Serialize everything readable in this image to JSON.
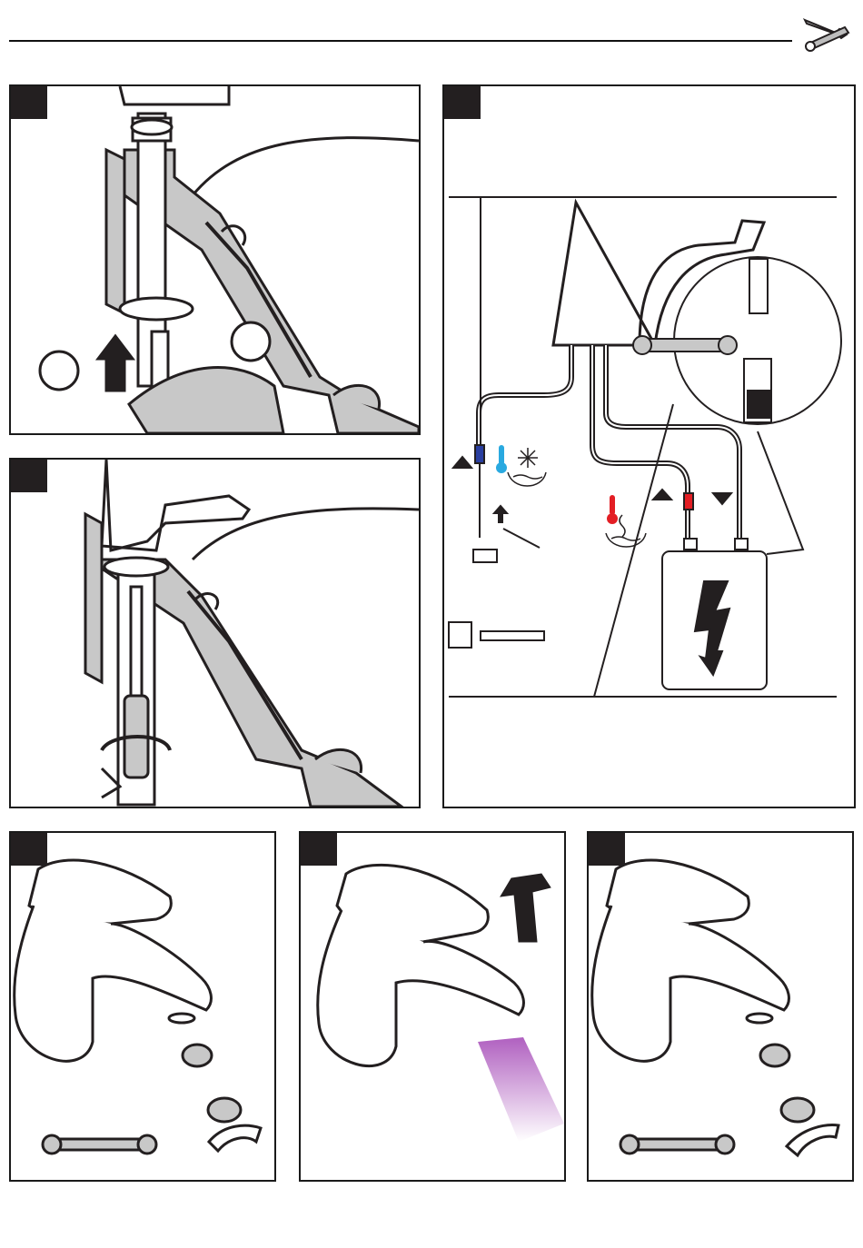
{
  "page": {
    "header_icon": "wrench-screwdriver-icon"
  },
  "steps": [
    {
      "id": "step-1",
      "number": "",
      "icon": "tighten-nut-icon"
    },
    {
      "id": "step-2",
      "number": "",
      "icon": "connect-hoses-icon"
    },
    {
      "id": "step-3",
      "number": "",
      "icon": "screwdriver-icon"
    },
    {
      "id": "step-4",
      "number": "",
      "icon": "remove-aerator-icon"
    },
    {
      "id": "step-5",
      "number": "",
      "icon": "flush-icon"
    },
    {
      "id": "step-6",
      "number": "",
      "icon": "install-aerator-icon"
    }
  ],
  "colors": {
    "cold": "#2a3fa0",
    "cold_icon": "#29a9e0",
    "hot": "#e31e24",
    "flush": "#b060c0",
    "line": "#231f20",
    "fill_gray": "#c8c8c8"
  }
}
